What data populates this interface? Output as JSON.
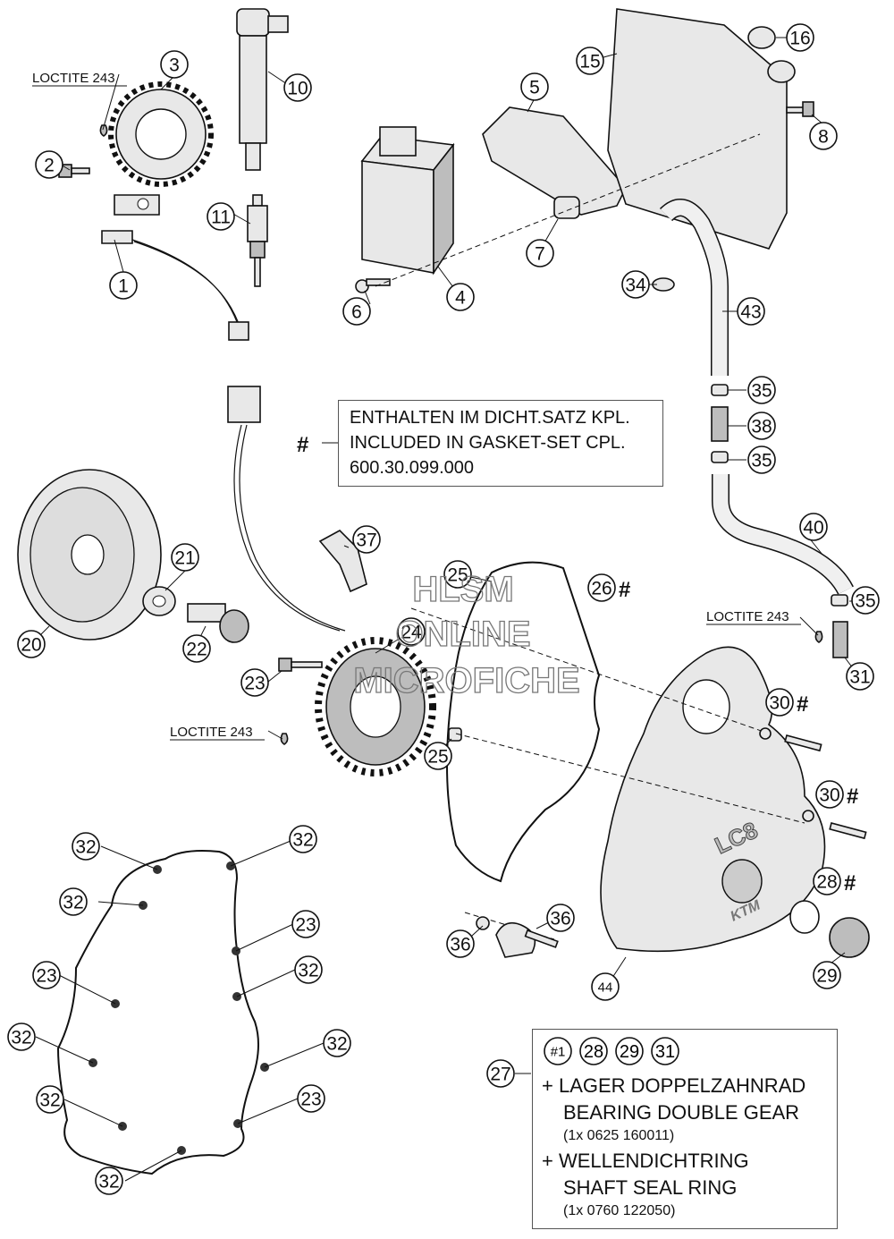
{
  "watermark": {
    "line1": "HLSM",
    "line2": "ONLINE",
    "line3": "MICROFICHE"
  },
  "loctite": [
    "LOCTITE 243",
    "LOCTITE 243",
    "LOCTITE 243"
  ],
  "gasket_note": {
    "marker": "#",
    "line1": "ENTHALTEN IM DICHT.SATZ KPL.",
    "line2": "INCLUDED IN GASKET-SET CPL.",
    "line3": "600.30.099.000"
  },
  "kit_note": {
    "callout": "27",
    "parts": [
      "#1",
      "28",
      "29",
      "31"
    ],
    "item1_de": "+ LAGER DOPPELZAHNRAD",
    "item1_en": "BEARING DOUBLE GEAR",
    "item1_pn": "(1x 0625 160011)",
    "item2_de": "+ WELLENDICHTRING",
    "item2_en": "SHAFT SEAL RING",
    "item2_pn": "(1x 0760 122050)"
  },
  "cover_logo": "LC8",
  "cover_brand": "KTM",
  "callouts": [
    "1",
    "2",
    "3",
    "4",
    "5",
    "6",
    "7",
    "8",
    "10",
    "11",
    "15",
    "16",
    "20",
    "21",
    "22",
    "23",
    "24",
    "25",
    "26",
    "28",
    "29",
    "30",
    "31",
    "32",
    "34",
    "35",
    "36",
    "37",
    "38",
    "40",
    "43",
    "44",
    "#1"
  ],
  "hash_mark": "#"
}
